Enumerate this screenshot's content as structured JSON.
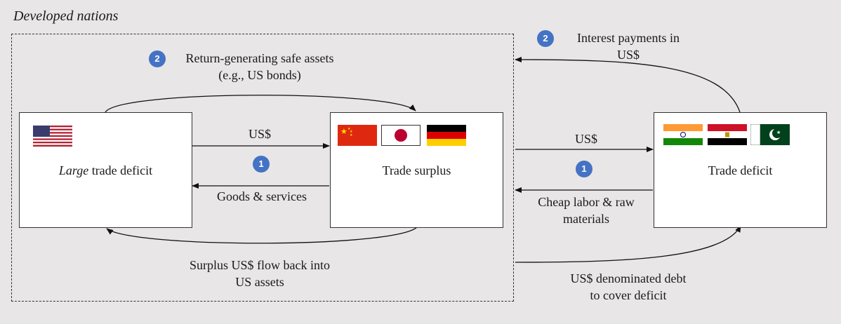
{
  "region_label": "Developed nations",
  "nodes": {
    "us": {
      "label_em": "Large",
      "label_rest": " trade deficit",
      "flags": [
        "usa-flag"
      ]
    },
    "surplus": {
      "label": "Trade surplus",
      "flags": [
        "china-flag",
        "japan-flag",
        "germany-flag"
      ]
    },
    "deficit": {
      "label": "Trade deficit",
      "flags": [
        "india-flag",
        "egypt-flag",
        "pakistan-flag"
      ]
    }
  },
  "flows": {
    "us_to_surplus": "US$",
    "surplus_to_us": "Goods & services",
    "safe_assets_line1": "Return-generating safe assets",
    "safe_assets_line2": "(e.g., US bonds)",
    "surplus_back_line1": "Surplus US$ flow back into",
    "surplus_back_line2": "US assets",
    "dev_to_deficit": "US$",
    "deficit_to_dev_line1": "Cheap labor & raw",
    "deficit_to_dev_line2": "materials",
    "interest_line1": "Interest payments in",
    "interest_line2": "US$",
    "debt_line1": "US$ denominated debt",
    "debt_line2": "to cover deficit"
  },
  "badges": {
    "one": "1",
    "two": "2"
  },
  "colors": {
    "badge": "#4472c4",
    "background": "#e8e6e6"
  }
}
